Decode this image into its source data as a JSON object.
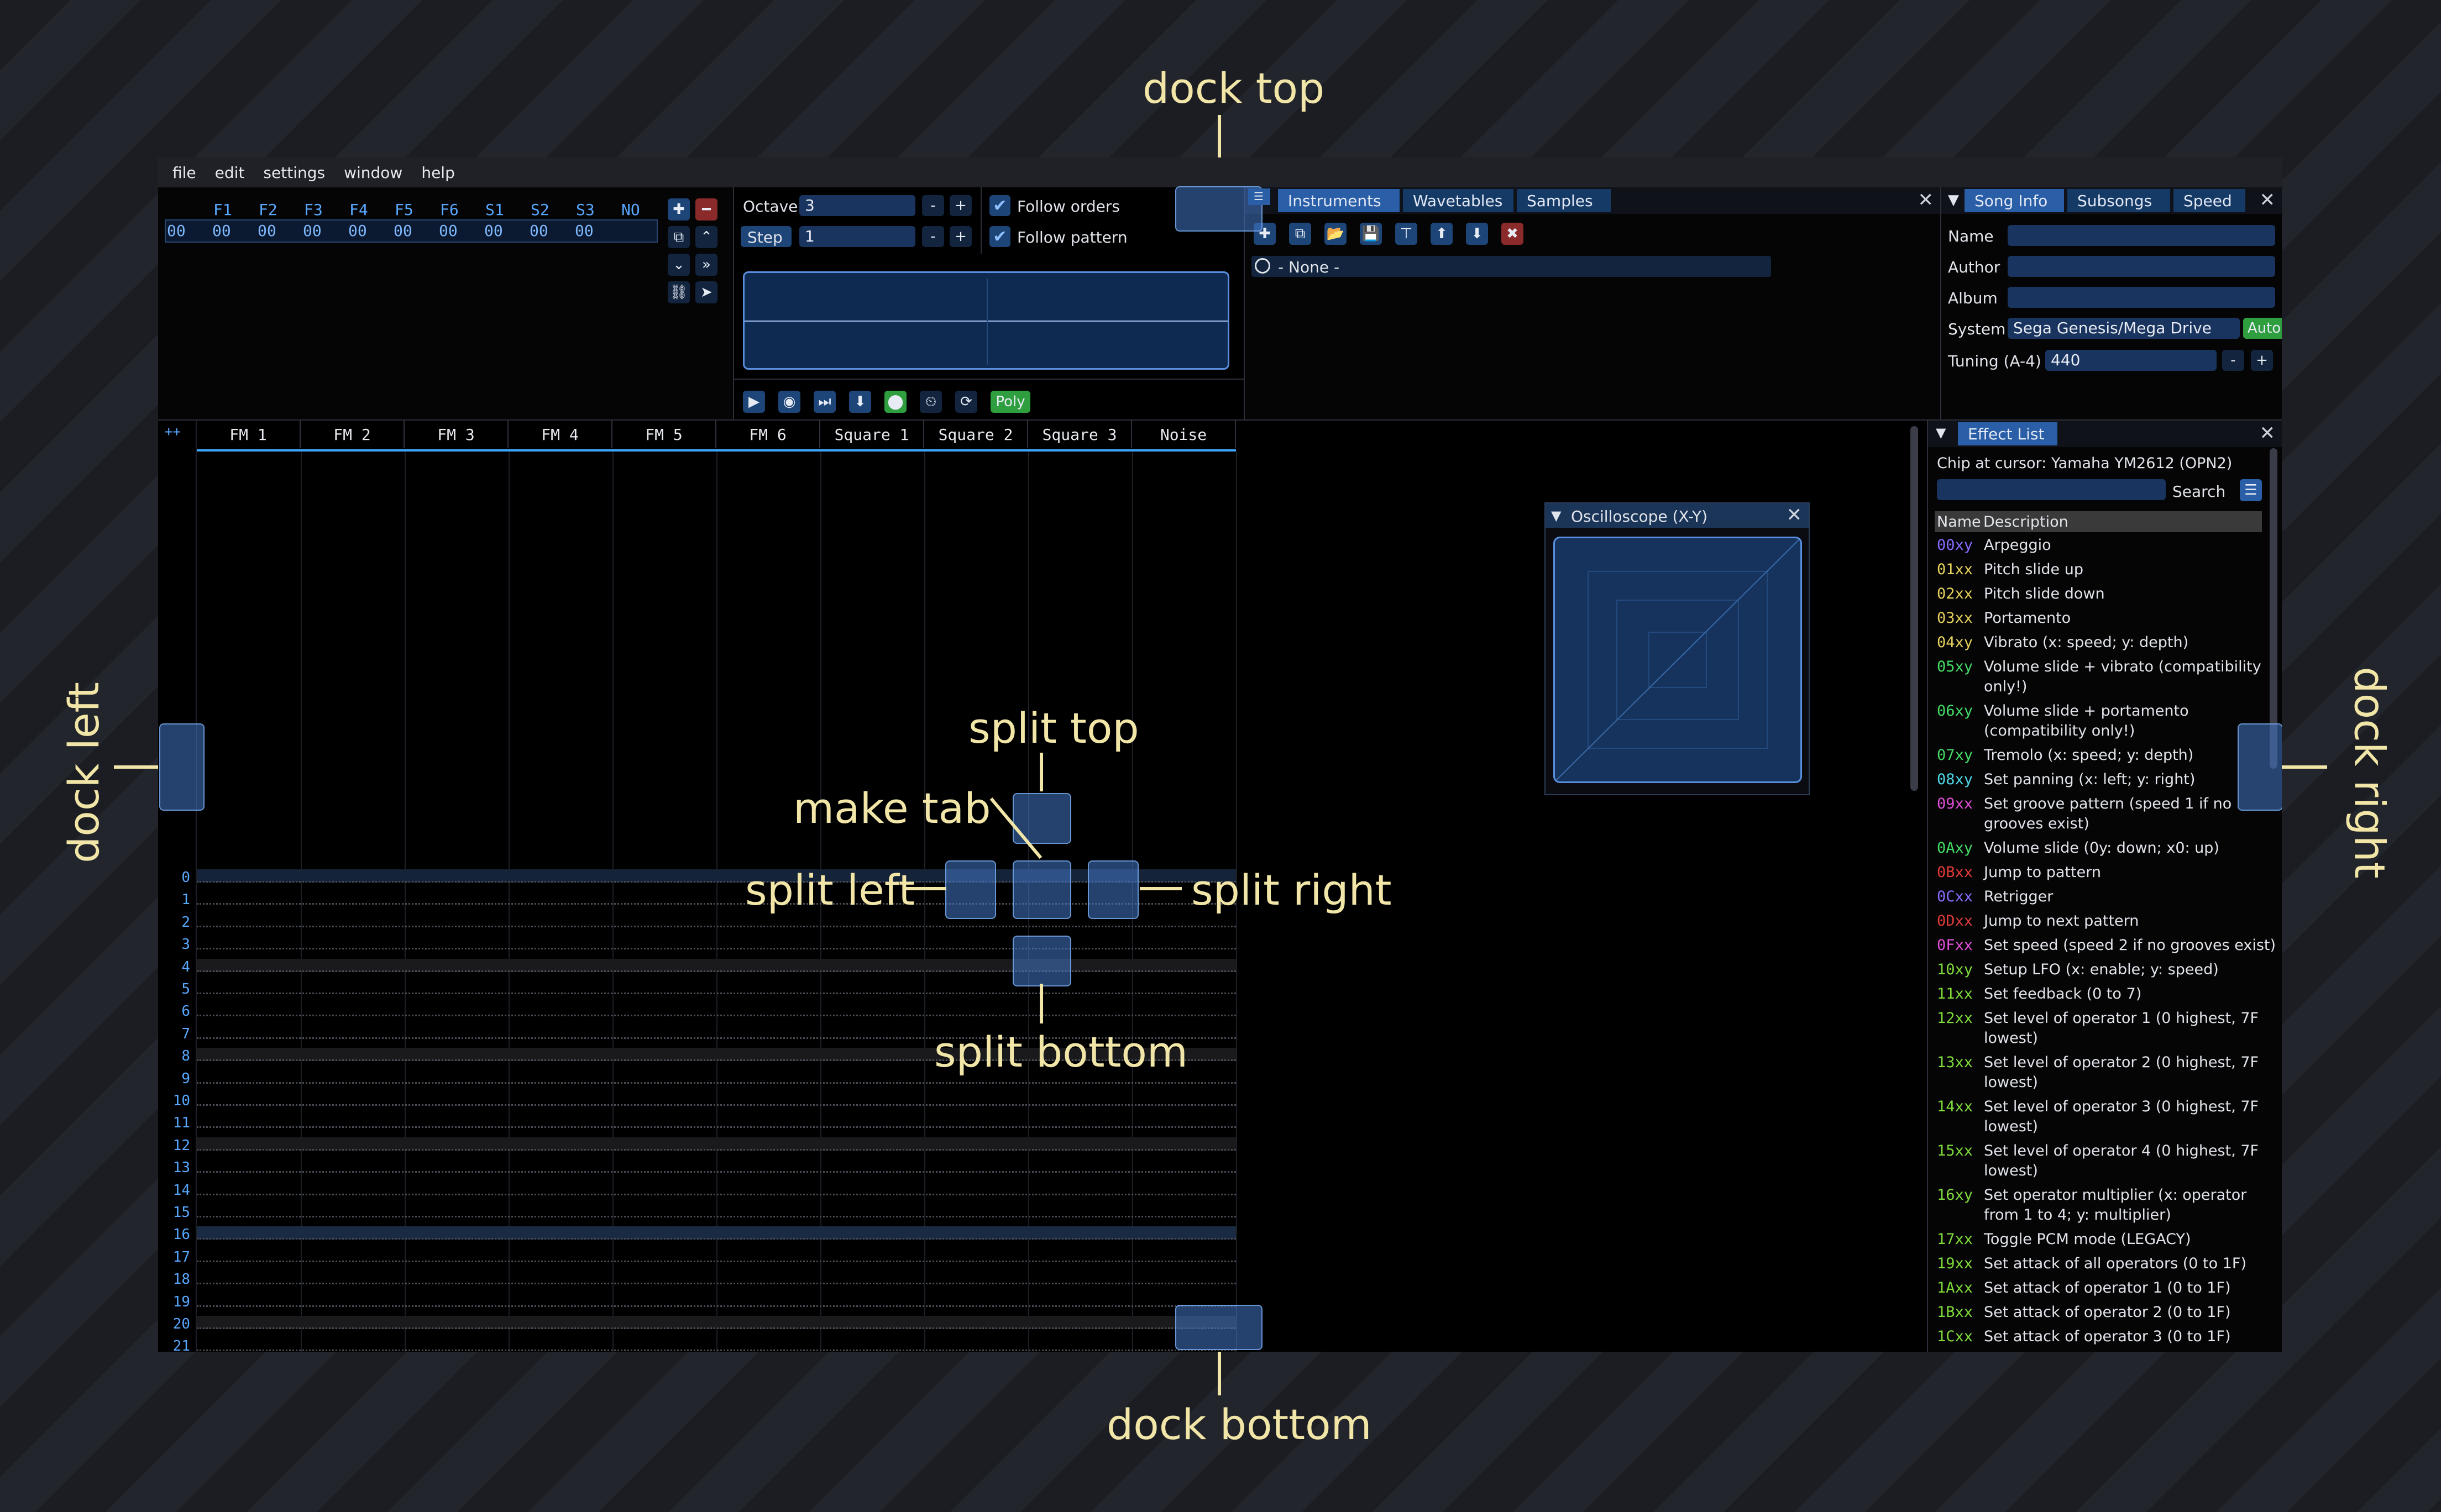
{
  "menu": [
    "file",
    "edit",
    "settings",
    "window",
    "help"
  ],
  "orders": {
    "channels": [
      "F1",
      "F2",
      "F3",
      "F4",
      "F5",
      "F6",
      "S1",
      "S2",
      "S3",
      "NO"
    ],
    "values": [
      "00",
      "00",
      "00",
      "00",
      "00",
      "00",
      "00",
      "00",
      "00",
      "00"
    ]
  },
  "controls": {
    "octave_label": "Octave",
    "octave_value": "3",
    "step_label": "Step",
    "step_value": "1",
    "minus": "-",
    "plus": "+",
    "follow_orders": "Follow orders",
    "follow_pattern": "Follow pattern",
    "poly": "Poly"
  },
  "instruments": {
    "tabs": [
      "Instruments",
      "Wavetables",
      "Samples"
    ],
    "items": [
      "- None -"
    ]
  },
  "song_info": {
    "tabs": [
      "Song Info",
      "Subsongs",
      "Speed"
    ],
    "name_label": "Name",
    "author_label": "Author",
    "album_label": "Album",
    "system_label": "System",
    "system_value": "Sega Genesis/Mega Drive",
    "auto": "Auto",
    "tuning_label": "Tuning (A-4)",
    "tuning_value": "440"
  },
  "pattern": {
    "corner": "++",
    "channels": [
      "FM 1",
      "FM 2",
      "FM 3",
      "FM 4",
      "FM 5",
      "FM 6",
      "Square 1",
      "Square 2",
      "Square 3",
      "Noise"
    ],
    "rows": [
      "0",
      "1",
      "2",
      "3",
      "4",
      "5",
      "6",
      "7",
      "8",
      "9",
      "10",
      "11",
      "12",
      "13",
      "14",
      "15",
      "16",
      "17",
      "18",
      "19",
      "20",
      "21"
    ]
  },
  "oscilloscope": {
    "title": "Oscilloscope (X-Y)"
  },
  "effect_list": {
    "tab": "Effect List",
    "chip": "Chip at cursor: Yamaha YM2612 (OPN2)",
    "search": "Search",
    "col_name": "Name",
    "col_desc": "Description",
    "effects": [
      {
        "code": "00xy",
        "desc": "Arpeggio",
        "color": "#8a6bff"
      },
      {
        "code": "01xx",
        "desc": "Pitch slide up",
        "color": "#e6d25a"
      },
      {
        "code": "02xx",
        "desc": "Pitch slide down",
        "color": "#e6d25a"
      },
      {
        "code": "03xx",
        "desc": "Portamento",
        "color": "#e6d25a"
      },
      {
        "code": "04xy",
        "desc": "Vibrato (x: speed; y: depth)",
        "color": "#e6d25a"
      },
      {
        "code": "05xy",
        "desc": "Volume slide + vibrato (compatibility",
        "desc2": "only!)",
        "color": "#44dd66"
      },
      {
        "code": "06xy",
        "desc": "Volume slide + portamento",
        "desc2": "(compatibility only!)",
        "color": "#44dd66"
      },
      {
        "code": "07xy",
        "desc": "Tremolo (x: speed; y: depth)",
        "color": "#44dd66"
      },
      {
        "code": "08xy",
        "desc": "Set panning (x: left; y: right)",
        "color": "#4fd8e8"
      },
      {
        "code": "09xx",
        "desc": "Set groove pattern (speed 1 if no",
        "desc2": "grooves exist)",
        "color": "#e14fd8"
      },
      {
        "code": "0Axy",
        "desc": "Volume slide (0y: down; x0: up)",
        "color": "#44dd66"
      },
      {
        "code": "0Bxx",
        "desc": "Jump to pattern",
        "color": "#e23a3a"
      },
      {
        "code": "0Cxx",
        "desc": "Retrigger",
        "color": "#8a6bff"
      },
      {
        "code": "0Dxx",
        "desc": "Jump to next pattern",
        "color": "#e23a3a"
      },
      {
        "code": "0Fxx",
        "desc": "Set speed (speed 2 if no grooves exist)",
        "color": "#e14fd8"
      },
      {
        "code": "10xy",
        "desc": "Setup LFO (x: enable; y: speed)",
        "color": "#7fdc3a"
      },
      {
        "code": "11xx",
        "desc": "Set feedback (0 to 7)",
        "color": "#7fdc3a"
      },
      {
        "code": "12xx",
        "desc": "Set level of operator 1 (0 highest, 7F",
        "desc2": "lowest)",
        "color": "#7fdc3a"
      },
      {
        "code": "13xx",
        "desc": "Set level of operator 2 (0 highest, 7F",
        "desc2": "lowest)",
        "color": "#7fdc3a"
      },
      {
        "code": "14xx",
        "desc": "Set level of operator 3 (0 highest, 7F",
        "desc2": "lowest)",
        "color": "#7fdc3a"
      },
      {
        "code": "15xx",
        "desc": "Set level of operator 4 (0 highest, 7F",
        "desc2": "lowest)",
        "color": "#7fdc3a"
      },
      {
        "code": "16xy",
        "desc": "Set operator multiplier (x: operator",
        "desc2": "from 1 to 4; y: multiplier)",
        "color": "#7fdc3a"
      },
      {
        "code": "17xx",
        "desc": "Toggle PCM mode (LEGACY)",
        "color": "#7fdc3a"
      },
      {
        "code": "19xx",
        "desc": "Set attack of all operators (0 to 1F)",
        "color": "#7fdc3a"
      },
      {
        "code": "1Axx",
        "desc": "Set attack of operator 1 (0 to 1F)",
        "color": "#7fdc3a"
      },
      {
        "code": "1Bxx",
        "desc": "Set attack of operator 2 (0 to 1F)",
        "color": "#7fdc3a"
      },
      {
        "code": "1Cxx",
        "desc": "Set attack of operator 3 (0 to 1F)",
        "color": "#7fdc3a"
      }
    ]
  },
  "annotations": {
    "dock_top": "dock top",
    "dock_bottom": "dock bottom",
    "dock_left": "dock left",
    "dock_right": "dock right",
    "split_top": "split top",
    "split_bottom": "split bottom",
    "split_left": "split left",
    "split_right": "split right",
    "make_tab": "make tab"
  }
}
